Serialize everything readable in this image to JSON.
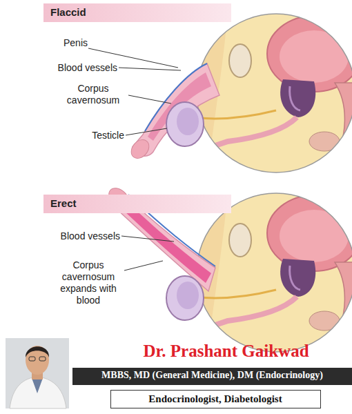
{
  "diagram": {
    "nodes": [
      {
        "text": [
          "Flaccid"
        ]
      },
      {
        "text": [
          "Erect"
        ]
      },
      {
        "text": [
          "MBBS, MD (General Medicine), DM (Endocrinology)"
        ]
      },
      {
        "text": [
          "Endocrinologist, Diabetologist"
        ]
      }
    ],
    "labels": [
      "Penis",
      "Blood vessels",
      "Corpus cavernosum",
      "Testicle",
      "Blood vessels",
      "Corpus cavernosum expands with blood",
      "Dr. Prashant Gaikwad"
    ]
  }
}
